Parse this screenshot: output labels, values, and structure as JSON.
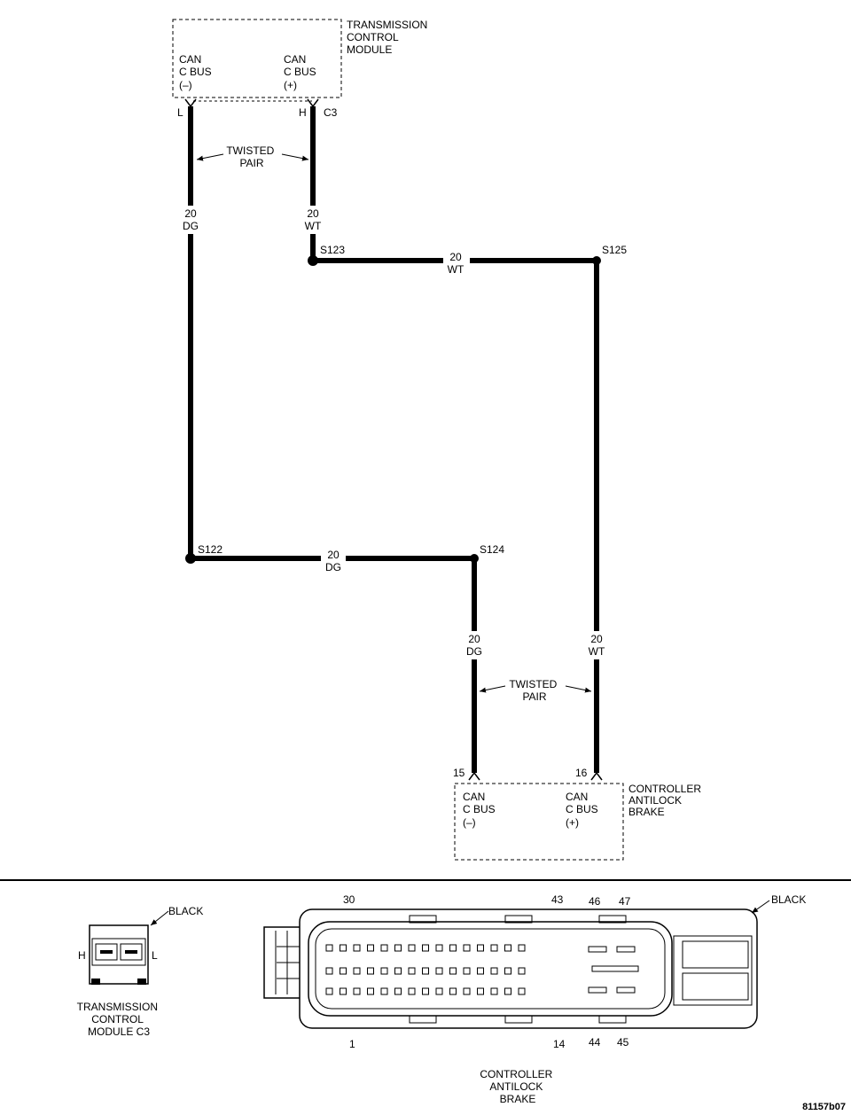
{
  "tcm": {
    "name_lines": [
      "TRANSMISSION",
      "CONTROL",
      "MODULE"
    ],
    "pin_left_lines": [
      "CAN",
      "C BUS",
      "(–)"
    ],
    "pin_right_lines": [
      "CAN",
      "C BUS",
      "(+)"
    ],
    "pin_left_code": "L",
    "pin_right_code": "H",
    "connector": "C3"
  },
  "cab": {
    "name_lines": [
      "CONTROLLER",
      "ANTILOCK",
      "BRAKE"
    ],
    "pin_left_lines": [
      "CAN",
      "C BUS",
      "(–)"
    ],
    "pin_right_lines": [
      "CAN",
      "C BUS",
      "(+)"
    ],
    "pin_left_num": "15",
    "pin_right_num": "16"
  },
  "wires": {
    "twisted_pair_lines": [
      "TWISTED",
      "PAIR"
    ],
    "gauge": "20",
    "color_dg": "DG",
    "color_wt": "WT"
  },
  "splices": {
    "s122": "S122",
    "s123": "S123",
    "s124": "S124",
    "s125": "S125"
  },
  "connector_views": {
    "tcm_c3": {
      "color": "BLACK",
      "h": "H",
      "l": "L",
      "caption_lines": [
        "TRANSMISSION",
        "CONTROL",
        "MODULE C3"
      ]
    },
    "cab": {
      "color": "BLACK",
      "pin_numbers": [
        "30",
        "43",
        "46",
        "47",
        "1",
        "14",
        "44",
        "45"
      ],
      "caption_lines": [
        "CONTROLLER",
        "ANTILOCK",
        "BRAKE"
      ]
    }
  },
  "figure_id": "81157b07"
}
